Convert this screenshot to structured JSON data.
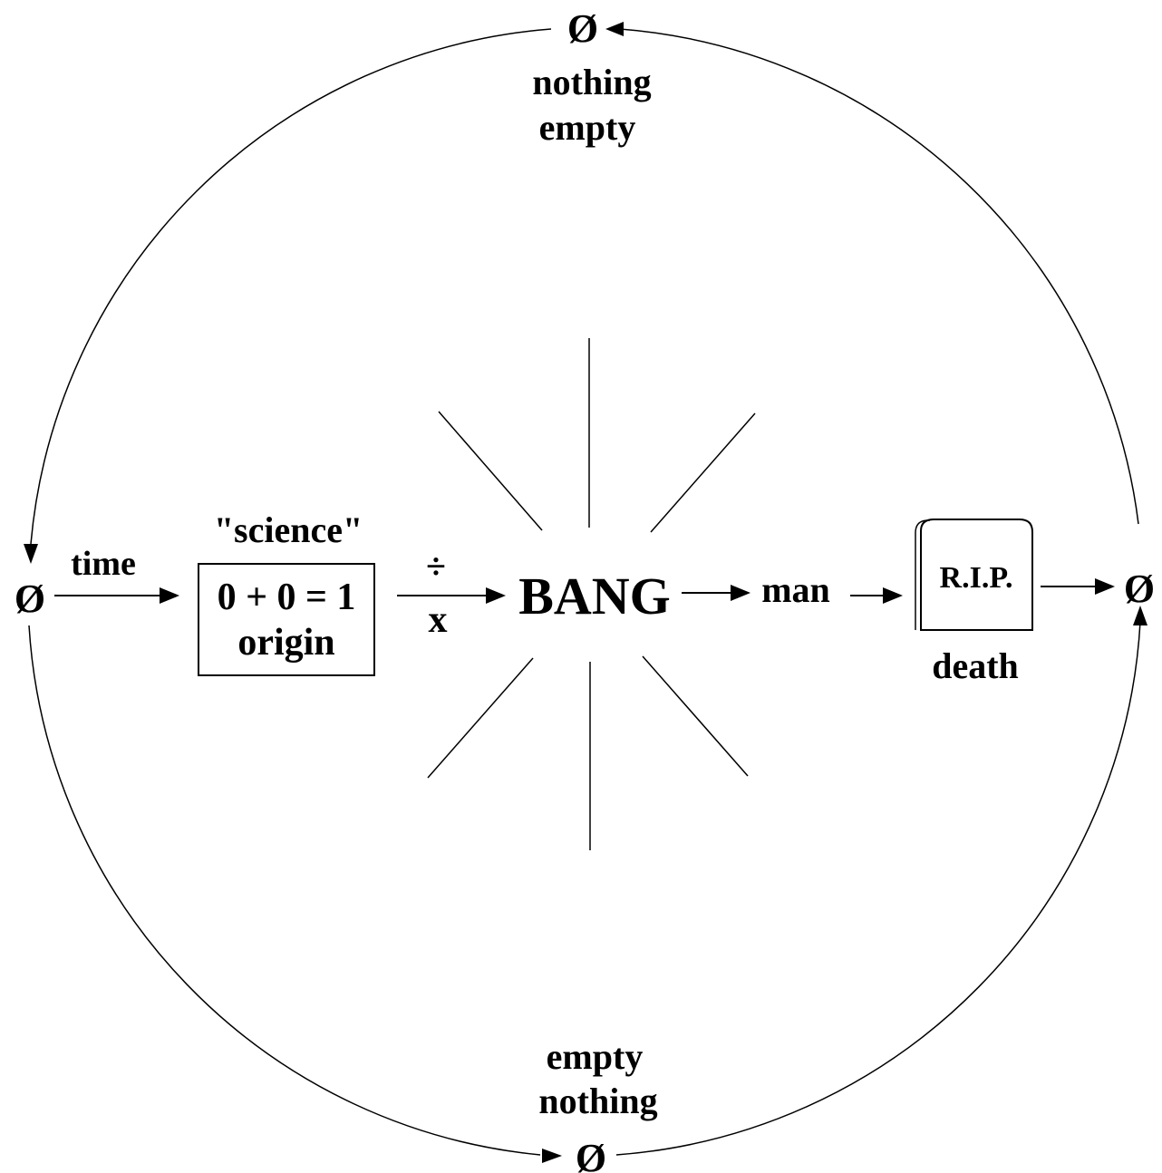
{
  "diagram": {
    "nodes": {
      "null_top": "Ø",
      "null_left": "Ø",
      "null_right": "Ø",
      "null_bottom": "Ø"
    },
    "labels": {
      "top_line1": "nothing",
      "top_line2": "empty",
      "bottom_line1": "empty",
      "bottom_line2": "nothing",
      "time": "time",
      "science": "\"science\"",
      "equation": "0 + 0 = 1",
      "origin": "origin",
      "divide": "÷",
      "multiply": "x",
      "bang": "BANG",
      "man": "man",
      "rip": "R.I.P.",
      "death": "death"
    }
  }
}
